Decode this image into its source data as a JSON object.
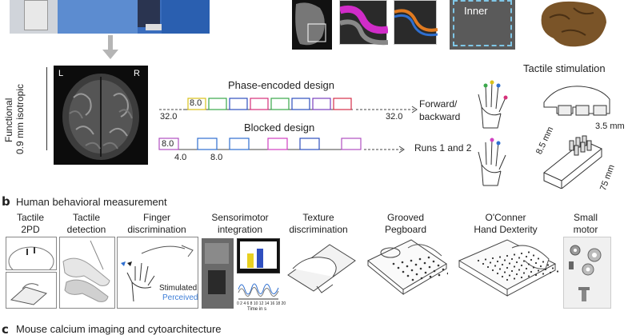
{
  "panel_a": {
    "brain_labels": {
      "left": "L",
      "right": "R"
    },
    "inner_label": "Inner",
    "functional_label": "Functional",
    "resolution_label": "0.9 mm isotropic",
    "phase_title": "Phase-encoded design",
    "phase_first_value": "8.0",
    "phase_left_value": "32.0",
    "phase_right_value": "32.0",
    "phase_result": "Forward/\nbackward",
    "blocked_title": "Blocked design",
    "blocked_first_value": "8.0",
    "blocked_gap_value": "4.0",
    "blocked_second_value": "8.0",
    "blocked_result": "Runs 1 and 2",
    "tactile_stim_label": "Tactile stimulation",
    "dim_width": "3.5 mm",
    "dim_depth": "8.5 mm",
    "dim_length": "75 mm",
    "colors": {
      "phase_blocks": [
        "#d9c21a",
        "#3aa84a",
        "#2f4fbf",
        "#d6307a",
        "#3aa84a",
        "#2f4fbf",
        "#7a3fbf",
        "#d6304a"
      ],
      "blocked_blocks": [
        "#b04fc0",
        "#2f6fd0",
        "#2f6fd0",
        "#d040c0",
        "#2f4fbf",
        "#b04fc0"
      ]
    }
  },
  "panel_b": {
    "letter": "b",
    "title": "Human behavioral measurement",
    "tests": [
      {
        "label": "Tactile\n2PD"
      },
      {
        "label": "Tactile\ndetection"
      },
      {
        "label": "Finger\ndiscrimination"
      },
      {
        "label": "Sensorimotor\nintegration"
      },
      {
        "label": "Texture\ndiscrimination"
      },
      {
        "label": "Grooved\nPegboard"
      },
      {
        "label": "O'Conner\nHand Dexterity"
      },
      {
        "label": "Small\nmotor"
      }
    ],
    "stimulated_label": "Stimulated",
    "perceived_label": "Perceived",
    "time_label": "Time in s",
    "time_ticks": "0 2 4 6 8 10 12 14 16 18 20"
  },
  "panel_c": {
    "letter": "c",
    "title": "Mouse calcium imaging and cytoarchitecture"
  }
}
